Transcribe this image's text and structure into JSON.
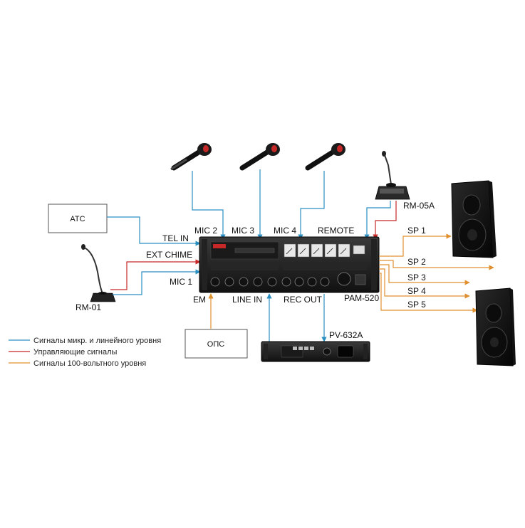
{
  "colors": {
    "signal_blue": "#2b8fc2",
    "control_red": "#c62828",
    "line100_orange": "#e0902f"
  },
  "boxes": {
    "atc": "АТС",
    "ops": "ОПС"
  },
  "devices": {
    "amplifier": "PAM-520",
    "mic_station": "RM-05A",
    "gooseneck_mic": "RM-01",
    "player": "PV-632A"
  },
  "inputs": {
    "mic2": "MIC 2",
    "mic3": "MIC 3",
    "mic4": "MIC 4",
    "remote": "REMOTE",
    "tel_in": "TEL IN",
    "ext_chime": "EXT CHIME",
    "mic1": "MIC 1",
    "em": "EM",
    "line_in": "LINE IN",
    "rec_out": "REC OUT"
  },
  "outputs": {
    "sp1": "SP 1",
    "sp2": "SP 2",
    "sp3": "SP 3",
    "sp4": "SP 4",
    "sp5": "SP 5"
  },
  "legend": {
    "items": [
      {
        "label": "Сигналы микр. и линейного уровня",
        "color": "#2b8fc2"
      },
      {
        "label": "Управляющие сигналы",
        "color": "#c62828"
      },
      {
        "label": "Сигналы 100-вольтного уровня",
        "color": "#e0902f"
      }
    ]
  }
}
